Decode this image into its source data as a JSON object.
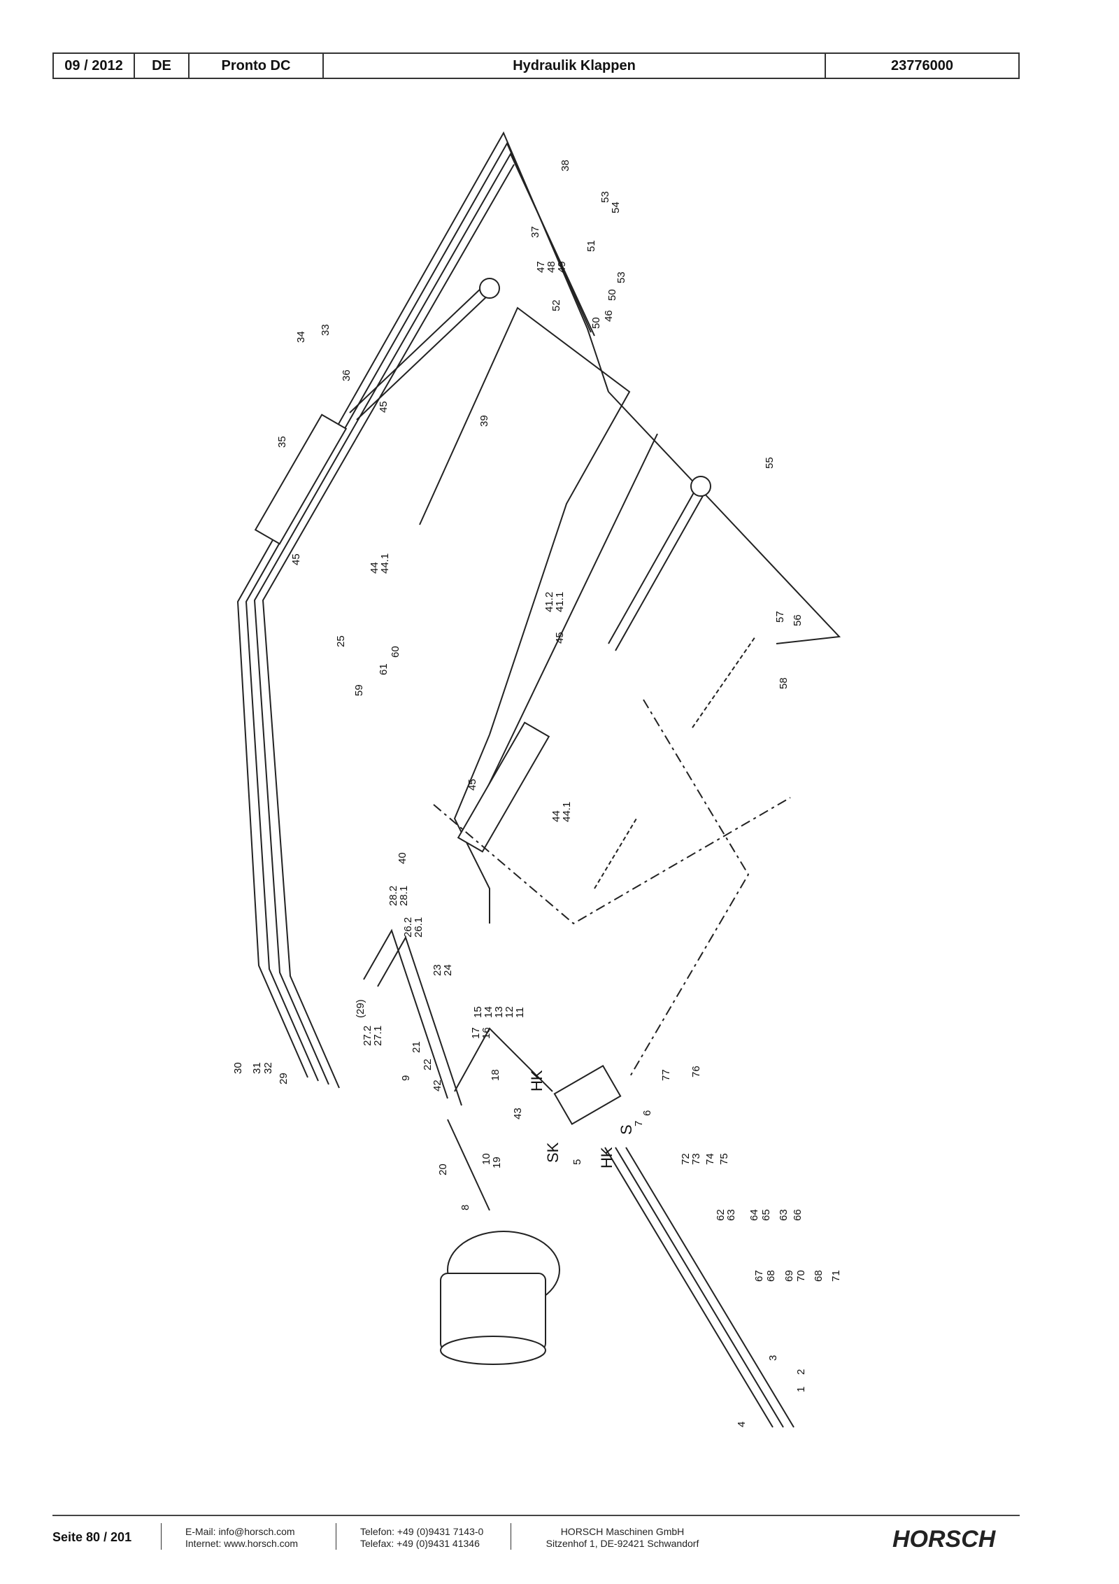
{
  "header": {
    "date": "09 / 2012",
    "lang": "DE",
    "model": "Pronto DC",
    "title": "Hydraulik Klappen",
    "part_no": "23776000"
  },
  "drawing": {
    "callouts": [
      "1",
      "2",
      "3",
      "4",
      "5",
      "6",
      "7",
      "8",
      "9",
      "10",
      "11",
      "12",
      "13",
      "14",
      "15",
      "16",
      "17",
      "18",
      "19",
      "20",
      "21",
      "22",
      "23",
      "24",
      "25",
      "26.1",
      "26.2",
      "27.1",
      "27.2",
      "28.1",
      "28.2",
      "(29)",
      "29",
      "30",
      "31",
      "32",
      "33",
      "34",
      "35",
      "36",
      "37",
      "38",
      "39",
      "40",
      "41.1",
      "41.2",
      "42",
      "43",
      "44",
      "44.1",
      "45",
      "46",
      "47",
      "48",
      "49",
      "50",
      "51",
      "52",
      "53",
      "54",
      "55",
      "56",
      "57",
      "58",
      "59",
      "60",
      "61",
      "62",
      "63",
      "64",
      "65",
      "66",
      "67",
      "68",
      "69",
      "70",
      "71",
      "72",
      "73",
      "74",
      "75",
      "76",
      "77"
    ],
    "port_labels": [
      "HK",
      "SK",
      "S",
      "HK"
    ]
  },
  "footer": {
    "page": "Seite 80 / 201",
    "email": "E-Mail: info@horsch.com",
    "internet": "Internet: www.horsch.com",
    "phone": "Telefon: +49 (0)9431 7143-0",
    "fax": "Telefax: +49 (0)9431 41346",
    "company": "HORSCH Maschinen GmbH",
    "address": "Sitzenhof 1, DE-92421 Schwandorf",
    "logo": "HORSCH"
  }
}
